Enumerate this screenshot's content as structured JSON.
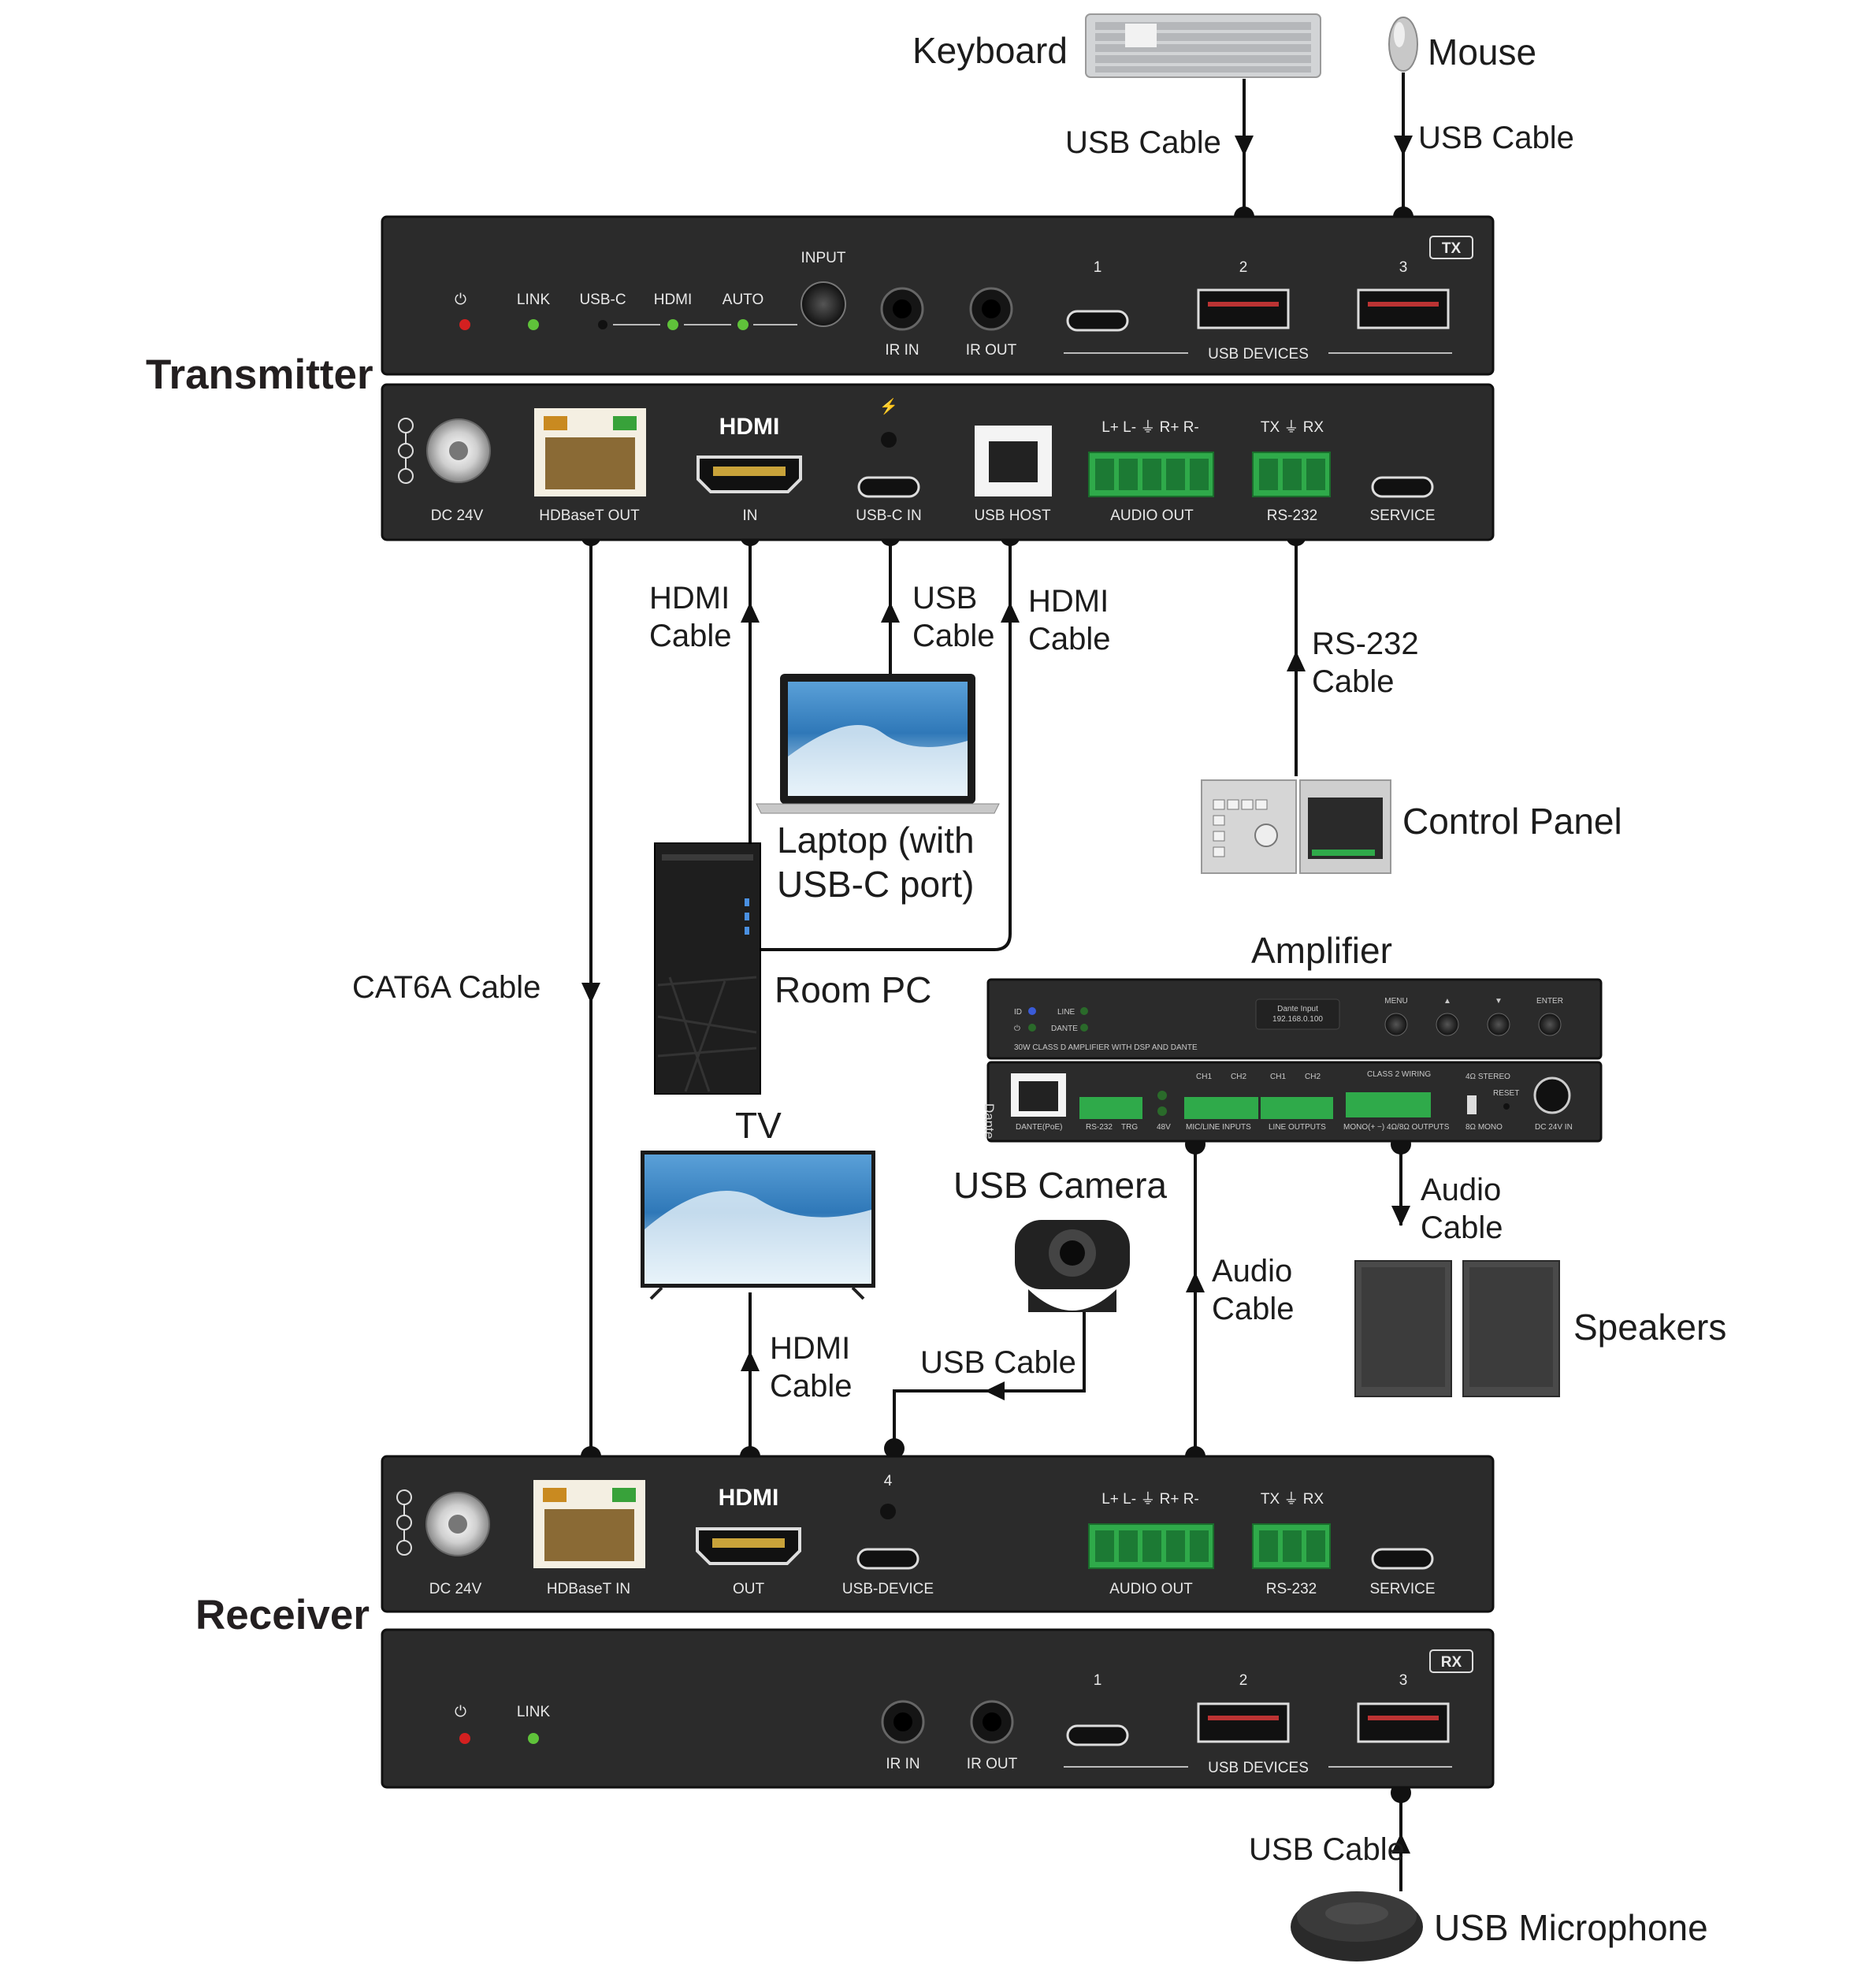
{
  "devices": {
    "keyboard": "Keyboard",
    "mouse": "Mouse",
    "transmitter": "Transmitter",
    "receiver": "Receiver",
    "laptop_line1": "Laptop (with",
    "laptop_line2": "USB-C port)",
    "room_pc": "Room PC",
    "control_panel": "Control Panel",
    "amplifier": "Amplifier",
    "tv": "TV",
    "usb_camera": "USB Camera",
    "speakers": "Speakers",
    "usb_microphone": "USB Microphone"
  },
  "cables": {
    "usb_cable": "USB Cable",
    "usb": "USB",
    "cable": "Cable",
    "hdmi": "HDMI",
    "rs232": "RS-232",
    "cat6a": "CAT6A Cable",
    "audio": "Audio"
  },
  "tx_front": {
    "input": "INPUT",
    "link": "LINK",
    "usbc": "USB-C",
    "hdmi": "HDMI",
    "auto": "AUTO",
    "ir_in": "IR IN",
    "ir_out": "IR OUT",
    "port1": "1",
    "port2": "2",
    "port3": "3",
    "usb_devices": "USB DEVICES",
    "badge": "TX"
  },
  "tx_rear": {
    "dc": "DC 24V",
    "hdbaset_out": "HDBaseT OUT",
    "hdmi_logo": "HDMI",
    "hdmi_in": "IN",
    "usbc_in": "USB-C IN",
    "usb_host": "USB HOST",
    "audio_pins": "L+ L- ⏚ R+ R-",
    "audio_out": "AUDIO OUT",
    "rs232_pins": "TX ⏚ RX",
    "rs232": "RS-232",
    "service": "SERVICE"
  },
  "rx_rear": {
    "dc": "DC 24V",
    "hdbaset_in": "HDBaseT IN",
    "hdmi_logo": "HDMI",
    "hdmi_out": "OUT",
    "port4": "4",
    "usb_device": "USB-DEVICE",
    "audio_pins": "L+ L- ⏚ R+ R-",
    "audio_out": "AUDIO OUT",
    "rs232_pins": "TX ⏚ RX",
    "rs232": "RS-232",
    "service": "SERVICE"
  },
  "rx_front": {
    "link": "LINK",
    "ir_in": "IR IN",
    "ir_out": "IR OUT",
    "port1": "1",
    "port2": "2",
    "port3": "3",
    "usb_devices": "USB DEVICES",
    "badge": "RX"
  },
  "amp": {
    "id": "ID",
    "line": "LINE",
    "dante": "DANTE",
    "dante_input": "Dante Input",
    "ip": "192.168.0.100",
    "menu": "MENU",
    "enter": "ENTER",
    "model": "30W CLASS D AMPLIFIER WITH DSP AND DANTE",
    "dante_poe": "DANTE(PoE)",
    "rs232": "RS-232",
    "trg": "TRG",
    "v48": "48V",
    "mic_line": "MIC/LINE INPUTS",
    "line_out": "LINE OUTPUTS",
    "outputs": "MONO(+ −) 4Ω/8Ω OUTPUTS",
    "mono": "8Ω MONO",
    "stereo": "4Ω STEREO",
    "reset": "RESET",
    "dc": "DC 24V IN",
    "ch1": "CH1",
    "ch2": "CH2",
    "class2": "CLASS 2 WIRING",
    "brand": "Dante"
  },
  "colors": {
    "panel": "#2b2b2b",
    "led_red": "#d42020",
    "led_green": "#5fc23a",
    "terminal_green": "#2faa4a",
    "wire": "#111111"
  }
}
